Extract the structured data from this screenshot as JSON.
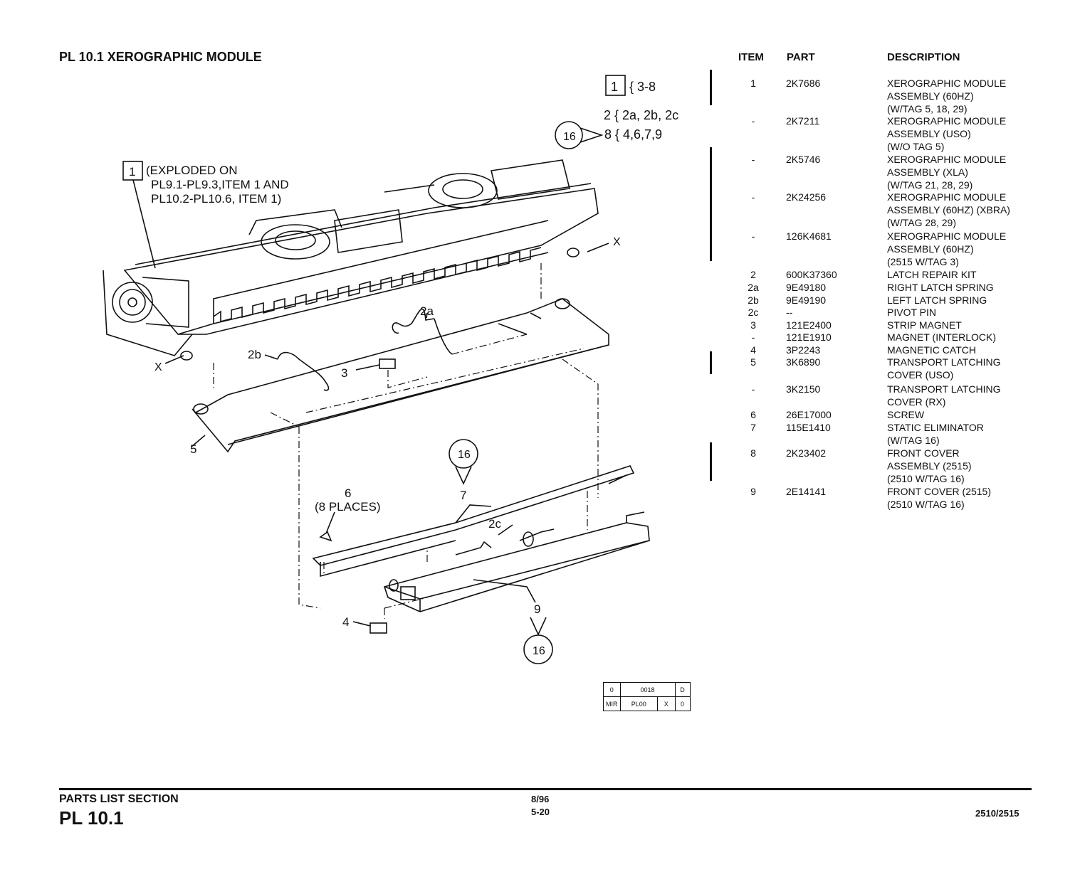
{
  "page_title": "PL 10.1 XEROGRAPHIC MODULE",
  "callouts": {
    "tag_1": "1",
    "range_3_8": "{ 3-8",
    "line_2": "2 { 2a, 2b, 2c",
    "tag_16": "16",
    "line_8": "8 { 4,6,7,9",
    "exploded_1": "(EXPLODED ON",
    "exploded_2": "PL9.1-PL9.3,ITEM 1 AND",
    "exploded_3": "PL10.2-PL10.6, ITEM 1)",
    "x_right": "X",
    "x_left": "X",
    "lbl_2a": "2a",
    "lbl_2b": "2b",
    "lbl_3": "3",
    "lbl_5": "5",
    "lbl_6": "6",
    "lbl_6_places": "(8 PLACES)",
    "lbl_7": "7",
    "lbl_2c": "2c",
    "lbl_4": "4",
    "lbl_9": "9"
  },
  "parts_list": {
    "headers": {
      "item": "ITEM",
      "part": "PART",
      "description": "DESCRIPTION"
    },
    "rows": [
      {
        "item": "1",
        "part": "2K7686",
        "description": "XEROGRAPHIC MODULE\nASSEMBLY (60HZ)\n(W/TAG 5, 18, 29)"
      },
      {
        "item": "-",
        "part": "2K7211",
        "description": "XEROGRAPHIC MODULE\nASSEMBLY (USO)\n(W/O TAG 5)"
      },
      {
        "item": "-",
        "part": "2K5746",
        "description": "XEROGRAPHIC MODULE\nASSEMBLY (XLA)\n(W/TAG 21, 28, 29)"
      },
      {
        "item": "-",
        "part": "2K24256",
        "description": "XEROGRAPHIC MODULE\nASSEMBLY (60HZ) (XBRA)\n(W/TAG 28, 29)"
      },
      {
        "item": "-",
        "part": "126K4681",
        "description": "XEROGRAPHIC MODULE\nASSEMBLY (60HZ)\n(2515 W/TAG 3)"
      },
      {
        "item": "2",
        "part": "600K37360",
        "description": "LATCH REPAIR KIT"
      },
      {
        "item": "2a",
        "part": "9E49180",
        "description": "RIGHT LATCH SPRING"
      },
      {
        "item": "2b",
        "part": "9E49190",
        "description": "LEFT LATCH SPRING"
      },
      {
        "item": "2c",
        "part": "--",
        "description": "PIVOT PIN"
      },
      {
        "item": "3",
        "part": "121E2400",
        "description": "STRIP MAGNET"
      },
      {
        "item": "-",
        "part": "121E1910",
        "description": "MAGNET (INTERLOCK)"
      },
      {
        "item": "4",
        "part": "3P2243",
        "description": "MAGNETIC CATCH"
      },
      {
        "item": "5",
        "part": "3K6890",
        "description": "TRANSPORT LATCHING\nCOVER (USO)"
      },
      {
        "item": "-",
        "part": "3K2150",
        "description": "TRANSPORT LATCHING\nCOVER (RX)"
      },
      {
        "item": "6",
        "part": "26E17000",
        "description": "SCREW"
      },
      {
        "item": "7",
        "part": "115E1410",
        "description": "STATIC ELIMINATOR\n(W/TAG 16)"
      },
      {
        "item": "8",
        "part": "2K23402",
        "description": "FRONT COVER\nASSEMBLY (2515)\n(2510 W/TAG 16)"
      },
      {
        "item": "9",
        "part": "2E14141",
        "description": "FRONT COVER (2515)\n(2510 W/TAG 16)"
      }
    ]
  },
  "tag_table": {
    "r1c1": "0",
    "r1c2": "0018",
    "r1c3": "D",
    "r2c1": "MIR",
    "r2c2": "PL00",
    "r2c3": "X",
    "r2c4": "0"
  },
  "footer": {
    "section": "PARTS LIST SECTION",
    "pl": "PL 10.1",
    "date": "8/96",
    "page": "5-20",
    "model": "2510/2515"
  }
}
